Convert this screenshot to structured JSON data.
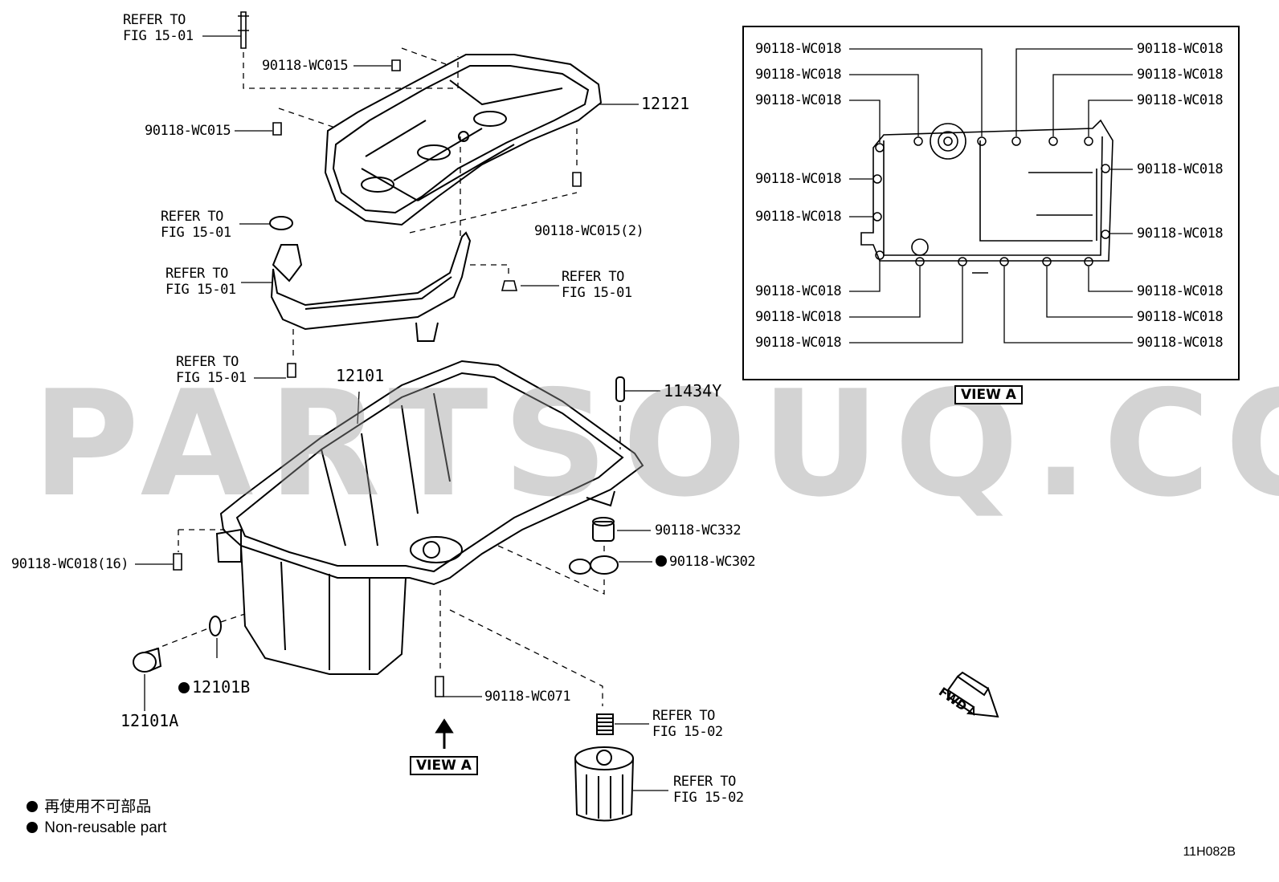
{
  "watermark": "PARTSOUQ.COM",
  "drawing_code": "11H082B",
  "legend": {
    "jp": "再使用不可部品",
    "en": "Non-reusable part"
  },
  "callouts": {
    "refer_top": "REFER TO\nFIG 15-01",
    "refer_oring": "REFER TO\nFIG 15-01",
    "refer_strainer": "REFER TO\nFIG 15-01",
    "refer_nut": "REFER TO\nFIG 15-01",
    "refer_bolt": "REFER TO\nFIG 15-01",
    "refer_union": "REFER TO\nFIG 15-02",
    "refer_filter": "REFER TO\nFIG 15-02",
    "p_wc015_a": "90118-WC015",
    "p_wc015_b": "90118-WC015",
    "p_wc015_2": "90118-WC015(2)",
    "p_12121": "12121",
    "p_12101": "12101",
    "p_11434y": "11434Y",
    "p_wc332": "90118-WC332",
    "p_wc302": "90118-WC302",
    "p_wc018_16": "90118-WC018(16)",
    "p_12101b": "12101B",
    "p_12101a": "12101A",
    "p_wc071": "90118-WC071"
  },
  "view_a": {
    "tag": "VIEW A",
    "arrow_tag": "VIEW A",
    "left_labels": [
      "90118-WC018",
      "90118-WC018",
      "90118-WC018",
      "90118-WC018",
      "90118-WC018",
      "90118-WC018",
      "90118-WC018",
      "90118-WC018"
    ],
    "right_labels": [
      "90118-WC018",
      "90118-WC018",
      "90118-WC018",
      "90118-WC018",
      "90118-WC018",
      "90118-WC018",
      "90118-WC018",
      "90118-WC018"
    ]
  },
  "fwd": "FWD"
}
